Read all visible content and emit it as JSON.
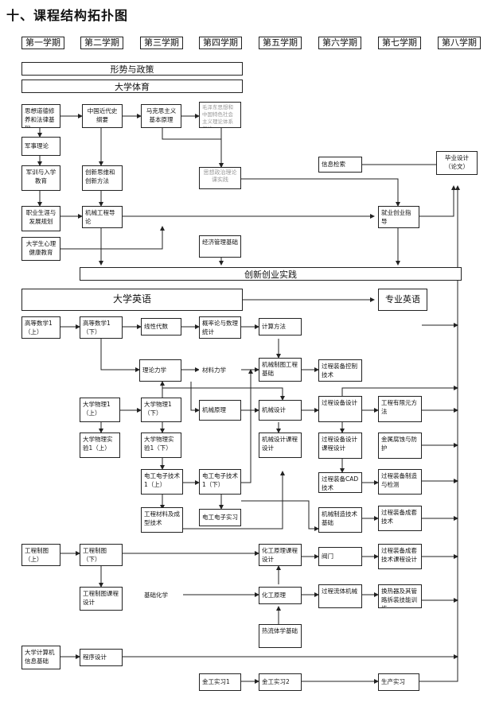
{
  "title": "十、课程结构拓扑图",
  "semesters": [
    "第一学期",
    "第二学期",
    "第三学期",
    "第四学期",
    "第五学期",
    "第六学期",
    "第七学期",
    "第八学期"
  ],
  "bars": {
    "situation": "形势与政策",
    "pe": "大学体育",
    "innovation": "创新创业实践",
    "english": "大学英语",
    "pro_english": "专业英语"
  },
  "courses": {
    "ideology": "思想道德修养和法律基础",
    "modern_history": "中国近代史纲要",
    "marxism": "马克思主义基本原理",
    "mao": "毛泽东思想和中国特色社会主义理论体系概论",
    "military_theory": "军事理论",
    "military_training": "军训与入学教育",
    "innovative_thinking": "创新思维和创新方法",
    "theory_practice": "思想政治理论课实践",
    "info_retrieval": "信息检索",
    "graduation_design": "毕业设计（论文）",
    "career_planning": "职业生涯与发展规划",
    "mech_eng_intro": "机械工程导论",
    "employment_guidance": "就业创业指导",
    "mental_health": "大学生心理健康教育",
    "econ_management": "经济管理基础",
    "math1": "高等数学1（上）",
    "math2": "高等数学1（下）",
    "linear_algebra": "线性代数",
    "probability": "概率论与数理统计",
    "computational_methods": "计算方法",
    "theoretical_mechanics": "理论力学",
    "material_mechanics": "材料力学",
    "mech_drafting": "机械制图工程基础",
    "process_control": "过程装备控制技术",
    "physics1": "大学物理1（上）",
    "physics2": "大学物理1（下）",
    "mech_principles": "机械原理",
    "mech_design": "机械设计",
    "process_design": "过程设备设计",
    "eng_fluid": "工程有限元方法",
    "physics_lab1": "大学物理实验1（上）",
    "physics_lab2": "大学物理实验1（下）",
    "mech_design_project": "机械设计课程设计",
    "process_design_project": "过程设备设计课程设计",
    "corrosion": "金属腐蚀与防护",
    "ee1": "电工电子技术1（上）",
    "ee2": "电工电子技术1（下）",
    "cad": "过程装备CAD技术",
    "manufacture_inspection": "过程装备制造与检测",
    "eng_materials": "工程材料及成型技术",
    "ee_practice": "电工电子实习",
    "mech_manufacturing": "机械制造技术基础",
    "complete_tech": "过程装备成套技术",
    "drawing1": "工程制图（上）",
    "drawing2": "工程制图（下）",
    "chem_principles_design": "化工原理课程设计",
    "valves": "阀门",
    "complete_design": "过程装备成套技术课程设计",
    "drawing_project": "工程制图课程设计",
    "basic_chemistry": "基础化学",
    "chem_principles": "化工原理",
    "fluid_machinery": "过程流体机械",
    "heat_exchanger": "换热器及其管路拆装技能训练",
    "heat_transfer": "热流体学基础",
    "computer_basics": "大学计算机信息基础",
    "programming": "程序设计",
    "metalwork1": "金工实习1",
    "metalwork2": "金工实习2",
    "production_practice": "生产实习"
  }
}
